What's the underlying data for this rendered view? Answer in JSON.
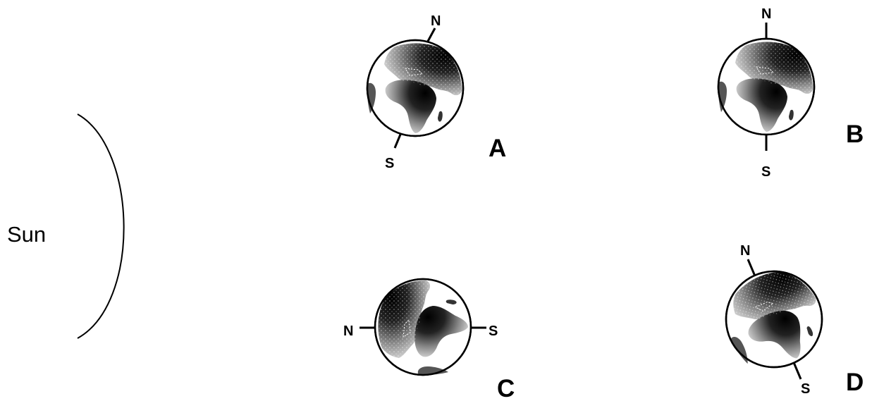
{
  "sun": {
    "label": "Sun"
  },
  "globes": [
    {
      "id": "A",
      "letter": "A",
      "north_label": "N",
      "south_label": "S",
      "axis_tilt_deg": 25
    },
    {
      "id": "B",
      "letter": "B",
      "north_label": "N",
      "south_label": "S",
      "axis_tilt_deg": 0
    },
    {
      "id": "C",
      "letter": "C",
      "north_label": "N",
      "south_label": "S",
      "axis_tilt_deg": -90
    },
    {
      "id": "D",
      "letter": "D",
      "north_label": "N",
      "south_label": "S",
      "axis_tilt_deg": -30
    }
  ],
  "colors": {
    "ink": "#000000",
    "ocean": "#ffffff",
    "land_light": "#e6e6e6",
    "land_dark": "#1a1a1a"
  }
}
